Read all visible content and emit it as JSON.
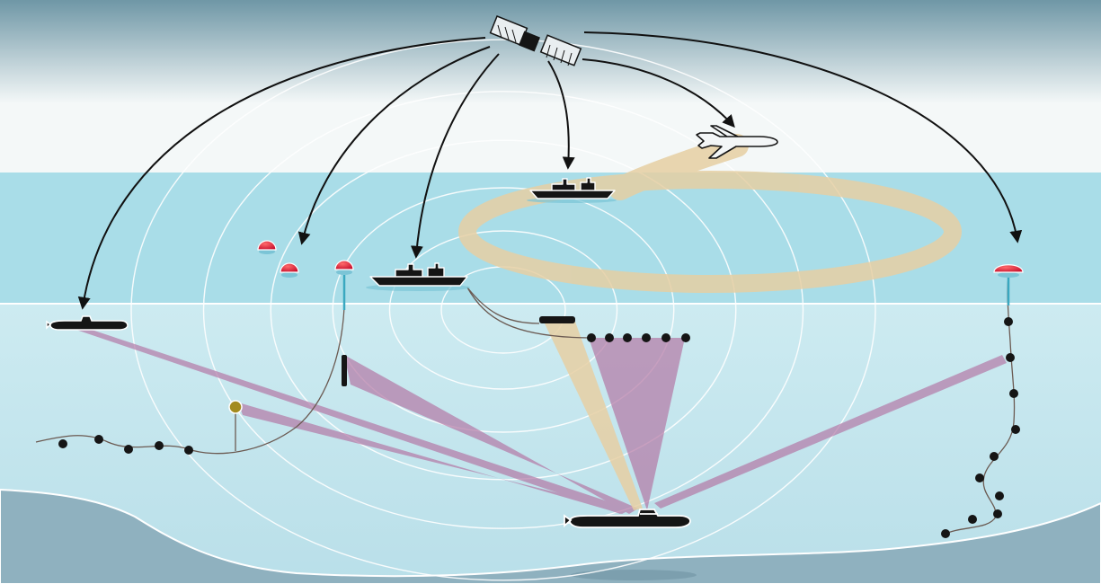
{
  "diagram": {
    "colors": {
      "sky_top": "#6f97a6",
      "sky_bottom": "#f4f8f8",
      "sea_surface": "#a9dde8",
      "underwater": "#c7e6ee",
      "seabed": "#8fb1bf",
      "detection_beam": "#b479a6",
      "aircraft_track": "#e6cfa3",
      "buoy_red": "#c8102e",
      "sensor_node": "#151515",
      "sonar_ring": "#ffffff",
      "link_arrow": "#111111"
    },
    "nodes": [
      {
        "id": "satellite",
        "icon": "satellite-icon"
      },
      {
        "id": "patrol-aircraft",
        "icon": "aircraft-icon"
      },
      {
        "id": "surface-ship-far",
        "icon": "warship-icon"
      },
      {
        "id": "surface-ship-near",
        "icon": "warship-icon"
      },
      {
        "id": "buoy-left-1",
        "icon": "buoy-icon"
      },
      {
        "id": "buoy-left-2",
        "icon": "buoy-icon"
      },
      {
        "id": "buoy-left-3",
        "icon": "buoy-icon"
      },
      {
        "id": "buoy-right",
        "icon": "buoy-icon"
      },
      {
        "id": "friendly-submarine",
        "icon": "submarine-icon"
      },
      {
        "id": "target-submarine",
        "icon": "submarine-icon"
      },
      {
        "id": "towed-array",
        "icon": "sensor-array-icon"
      },
      {
        "id": "seabed-sensor-line",
        "icon": "sensor-array-icon"
      },
      {
        "id": "vertical-sensor-chain",
        "icon": "sensor-array-icon"
      },
      {
        "id": "moored-sensor",
        "icon": "sensor-icon"
      }
    ],
    "links": [
      {
        "from": "satellite",
        "to": "friendly-submarine"
      },
      {
        "from": "satellite",
        "to": "buoy-left-1"
      },
      {
        "from": "satellite",
        "to": "surface-ship-near"
      },
      {
        "from": "satellite",
        "to": "surface-ship-far"
      },
      {
        "from": "satellite",
        "to": "patrol-aircraft"
      },
      {
        "from": "satellite",
        "to": "buoy-right"
      }
    ],
    "detections": [
      {
        "from": "friendly-submarine",
        "to": "target-submarine"
      },
      {
        "from": "moored-sensor",
        "to": "target-submarine"
      },
      {
        "from": "buoy-left-3",
        "to": "target-submarine"
      },
      {
        "from": "towed-array",
        "to": "target-submarine"
      },
      {
        "from": "patrol-aircraft",
        "to": "target-submarine"
      },
      {
        "from": "vertical-sensor-chain",
        "to": "target-submarine"
      }
    ]
  }
}
